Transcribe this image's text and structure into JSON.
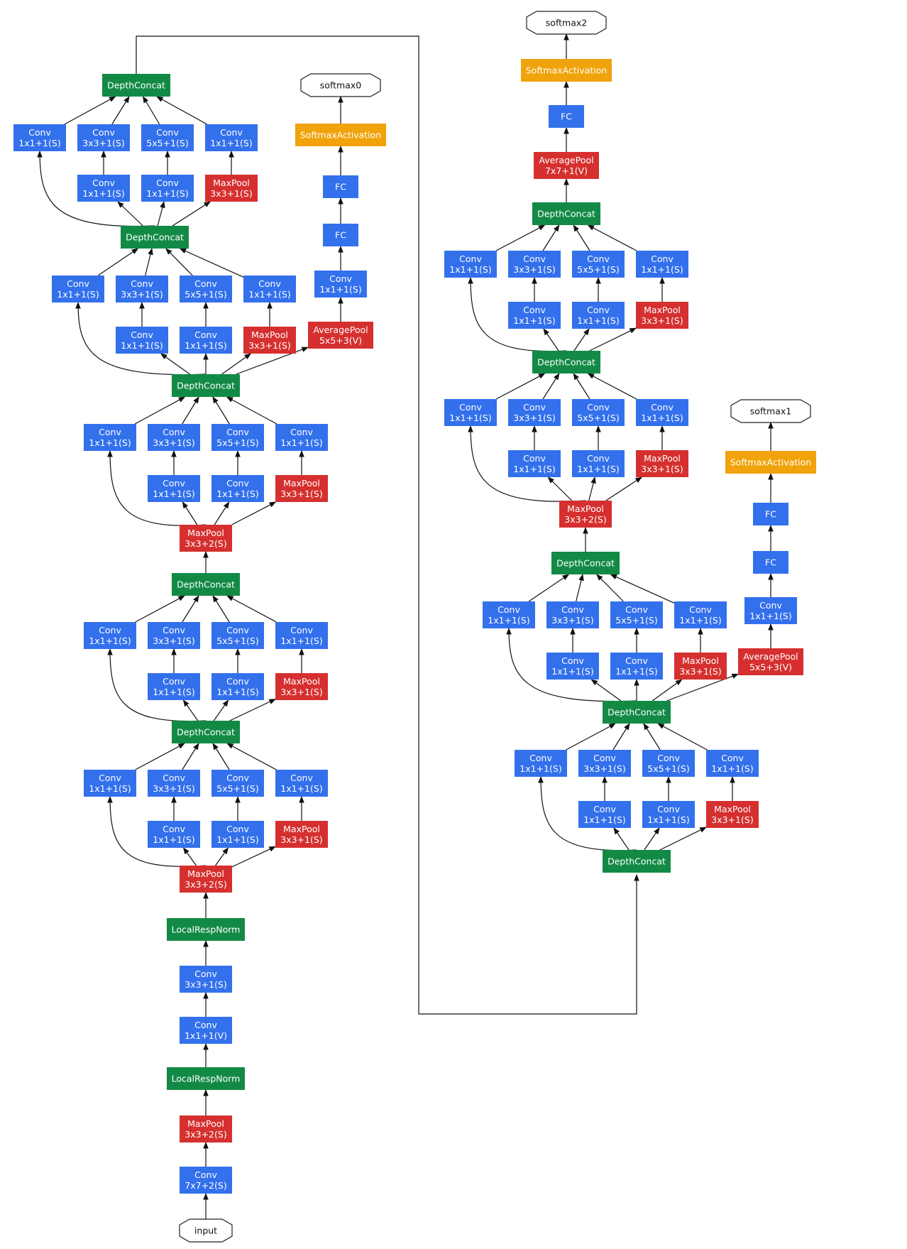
{
  "colors": {
    "conv": "#3370ec",
    "pool": "#d5302f",
    "concat": "#128a45",
    "softmax_activation": "#f0a30a",
    "terminal_fill": "#ffffff",
    "terminal_stroke": "#222222",
    "edge": "#111111",
    "label": "#ffffff"
  },
  "nodes": [
    {
      "id": "input",
      "kind": "terminal",
      "lines": [
        "input"
      ]
    },
    {
      "id": "c7",
      "kind": "conv",
      "lines": [
        "Conv",
        "7x7+2(S)"
      ]
    },
    {
      "id": "mp1",
      "kind": "pool",
      "lines": [
        "MaxPool",
        "3x3+2(S)"
      ]
    },
    {
      "id": "lrn1",
      "kind": "concat",
      "lines": [
        "LocalRespNorm"
      ]
    },
    {
      "id": "c1v",
      "kind": "conv",
      "lines": [
        "Conv",
        "1x1+1(V)"
      ]
    },
    {
      "id": "c3",
      "kind": "conv",
      "lines": [
        "Conv",
        "3x3+1(S)"
      ]
    },
    {
      "id": "lrn2",
      "kind": "concat",
      "lines": [
        "LocalRespNorm"
      ]
    },
    {
      "id": "mp2",
      "kind": "pool",
      "lines": [
        "MaxPool",
        "3x3+2(S)"
      ]
    },
    {
      "id": "a_r1",
      "kind": "conv",
      "lines": [
        "Conv",
        "1x1+1(S)"
      ]
    },
    {
      "id": "a_r2",
      "kind": "conv",
      "lines": [
        "Conv",
        "1x1+1(S)"
      ]
    },
    {
      "id": "a_mp",
      "kind": "pool",
      "lines": [
        "MaxPool",
        "3x3+1(S)"
      ]
    },
    {
      "id": "a_t1",
      "kind": "conv",
      "lines": [
        "Conv",
        "1x1+1(S)"
      ]
    },
    {
      "id": "a_t2",
      "kind": "conv",
      "lines": [
        "Conv",
        "3x3+1(S)"
      ]
    },
    {
      "id": "a_t3",
      "kind": "conv",
      "lines": [
        "Conv",
        "5x5+1(S)"
      ]
    },
    {
      "id": "a_t4",
      "kind": "conv",
      "lines": [
        "Conv",
        "1x1+1(S)"
      ]
    },
    {
      "id": "a_dc",
      "kind": "concat",
      "lines": [
        "DepthConcat"
      ]
    },
    {
      "id": "b_r1",
      "kind": "conv",
      "lines": [
        "Conv",
        "1x1+1(S)"
      ]
    },
    {
      "id": "b_r2",
      "kind": "conv",
      "lines": [
        "Conv",
        "1x1+1(S)"
      ]
    },
    {
      "id": "b_mp",
      "kind": "pool",
      "lines": [
        "MaxPool",
        "3x3+1(S)"
      ]
    },
    {
      "id": "b_t1",
      "kind": "conv",
      "lines": [
        "Conv",
        "1x1+1(S)"
      ]
    },
    {
      "id": "b_t2",
      "kind": "conv",
      "lines": [
        "Conv",
        "3x3+1(S)"
      ]
    },
    {
      "id": "b_t3",
      "kind": "conv",
      "lines": [
        "Conv",
        "5x5+1(S)"
      ]
    },
    {
      "id": "b_t4",
      "kind": "conv",
      "lines": [
        "Conv",
        "1x1+1(S)"
      ]
    },
    {
      "id": "b_dc",
      "kind": "concat",
      "lines": [
        "DepthConcat"
      ]
    },
    {
      "id": "mp3",
      "kind": "pool",
      "lines": [
        "MaxPool",
        "3x3+2(S)"
      ]
    },
    {
      "id": "c_r1",
      "kind": "conv",
      "lines": [
        "Conv",
        "1x1+1(S)"
      ]
    },
    {
      "id": "c_r2",
      "kind": "conv",
      "lines": [
        "Conv",
        "1x1+1(S)"
      ]
    },
    {
      "id": "c_mp",
      "kind": "pool",
      "lines": [
        "MaxPool",
        "3x3+1(S)"
      ]
    },
    {
      "id": "c_t1",
      "kind": "conv",
      "lines": [
        "Conv",
        "1x1+1(S)"
      ]
    },
    {
      "id": "c_t2",
      "kind": "conv",
      "lines": [
        "Conv",
        "3x3+1(S)"
      ]
    },
    {
      "id": "c_t3",
      "kind": "conv",
      "lines": [
        "Conv",
        "5x5+1(S)"
      ]
    },
    {
      "id": "c_t4",
      "kind": "conv",
      "lines": [
        "Conv",
        "1x1+1(S)"
      ]
    },
    {
      "id": "c_dc",
      "kind": "concat",
      "lines": [
        "DepthConcat"
      ]
    },
    {
      "id": "d_r1",
      "kind": "conv",
      "lines": [
        "Conv",
        "1x1+1(S)"
      ]
    },
    {
      "id": "d_r2",
      "kind": "conv",
      "lines": [
        "Conv",
        "1x1+1(S)"
      ]
    },
    {
      "id": "d_mp",
      "kind": "pool",
      "lines": [
        "MaxPool",
        "3x3+1(S)"
      ]
    },
    {
      "id": "d_t1",
      "kind": "conv",
      "lines": [
        "Conv",
        "1x1+1(S)"
      ]
    },
    {
      "id": "d_t2",
      "kind": "conv",
      "lines": [
        "Conv",
        "3x3+1(S)"
      ]
    },
    {
      "id": "d_t3",
      "kind": "conv",
      "lines": [
        "Conv",
        "5x5+1(S)"
      ]
    },
    {
      "id": "d_t4",
      "kind": "conv",
      "lines": [
        "Conv",
        "1x1+1(S)"
      ]
    },
    {
      "id": "d_dc",
      "kind": "concat",
      "lines": [
        "DepthConcat"
      ]
    },
    {
      "id": "aux0_ap",
      "kind": "pool",
      "lines": [
        "AveragePool",
        "5x5+3(V)"
      ]
    },
    {
      "id": "aux0_conv",
      "kind": "conv",
      "lines": [
        "Conv",
        "1x1+1(S)"
      ]
    },
    {
      "id": "aux0_fc1",
      "kind": "conv",
      "lines": [
        "FC"
      ]
    },
    {
      "id": "aux0_fc2",
      "kind": "conv",
      "lines": [
        "FC"
      ]
    },
    {
      "id": "aux0_sm",
      "kind": "softmax_activation",
      "lines": [
        "SoftmaxActivation"
      ]
    },
    {
      "id": "softmax0",
      "kind": "terminal",
      "lines": [
        "softmax0"
      ]
    },
    {
      "id": "e_r1",
      "kind": "conv",
      "lines": [
        "Conv",
        "1x1+1(S)"
      ]
    },
    {
      "id": "e_r2",
      "kind": "conv",
      "lines": [
        "Conv",
        "1x1+1(S)"
      ]
    },
    {
      "id": "e_mp",
      "kind": "pool",
      "lines": [
        "MaxPool",
        "3x3+1(S)"
      ]
    },
    {
      "id": "e_t1",
      "kind": "conv",
      "lines": [
        "Conv",
        "1x1+1(S)"
      ]
    },
    {
      "id": "e_t2",
      "kind": "conv",
      "lines": [
        "Conv",
        "3x3+1(S)"
      ]
    },
    {
      "id": "e_t3",
      "kind": "conv",
      "lines": [
        "Conv",
        "5x5+1(S)"
      ]
    },
    {
      "id": "e_t4",
      "kind": "conv",
      "lines": [
        "Conv",
        "1x1+1(S)"
      ]
    },
    {
      "id": "e_dc",
      "kind": "concat",
      "lines": [
        "DepthConcat"
      ]
    },
    {
      "id": "f_r1",
      "kind": "conv",
      "lines": [
        "Conv",
        "1x1+1(S)"
      ]
    },
    {
      "id": "f_r2",
      "kind": "conv",
      "lines": [
        "Conv",
        "1x1+1(S)"
      ]
    },
    {
      "id": "f_mp",
      "kind": "pool",
      "lines": [
        "MaxPool",
        "3x3+1(S)"
      ]
    },
    {
      "id": "f_t1",
      "kind": "conv",
      "lines": [
        "Conv",
        "1x1+1(S)"
      ]
    },
    {
      "id": "f_t2",
      "kind": "conv",
      "lines": [
        "Conv",
        "3x3+1(S)"
      ]
    },
    {
      "id": "f_t3",
      "kind": "conv",
      "lines": [
        "Conv",
        "5x5+1(S)"
      ]
    },
    {
      "id": "f_t4",
      "kind": "conv",
      "lines": [
        "Conv",
        "1x1+1(S)"
      ]
    },
    {
      "id": "f_dc",
      "kind": "concat",
      "lines": [
        "DepthConcat"
      ]
    },
    {
      "id": "aux1_ap",
      "kind": "pool",
      "lines": [
        "AveragePool",
        "5x5+3(V)"
      ]
    },
    {
      "id": "aux1_conv",
      "kind": "conv",
      "lines": [
        "Conv",
        "1x1+1(S)"
      ]
    },
    {
      "id": "aux1_fc1",
      "kind": "conv",
      "lines": [
        "FC"
      ]
    },
    {
      "id": "aux1_fc2",
      "kind": "conv",
      "lines": [
        "FC"
      ]
    },
    {
      "id": "aux1_sm",
      "kind": "softmax_activation",
      "lines": [
        "SoftmaxActivation"
      ]
    },
    {
      "id": "softmax1",
      "kind": "terminal",
      "lines": [
        "softmax1"
      ]
    },
    {
      "id": "g_r1",
      "kind": "conv",
      "lines": [
        "Conv",
        "1x1+1(S)"
      ]
    },
    {
      "id": "g_r2",
      "kind": "conv",
      "lines": [
        "Conv",
        "1x1+1(S)"
      ]
    },
    {
      "id": "g_mp",
      "kind": "pool",
      "lines": [
        "MaxPool",
        "3x3+1(S)"
      ]
    },
    {
      "id": "g_t1",
      "kind": "conv",
      "lines": [
        "Conv",
        "1x1+1(S)"
      ]
    },
    {
      "id": "g_t2",
      "kind": "conv",
      "lines": [
        "Conv",
        "3x3+1(S)"
      ]
    },
    {
      "id": "g_t3",
      "kind": "conv",
      "lines": [
        "Conv",
        "5x5+1(S)"
      ]
    },
    {
      "id": "g_t4",
      "kind": "conv",
      "lines": [
        "Conv",
        "1x1+1(S)"
      ]
    },
    {
      "id": "g_dc",
      "kind": "concat",
      "lines": [
        "DepthConcat"
      ]
    },
    {
      "id": "mp4",
      "kind": "pool",
      "lines": [
        "MaxPool",
        "3x3+2(S)"
      ]
    },
    {
      "id": "h_r1",
      "kind": "conv",
      "lines": [
        "Conv",
        "1x1+1(S)"
      ]
    },
    {
      "id": "h_r2",
      "kind": "conv",
      "lines": [
        "Conv",
        "1x1+1(S)"
      ]
    },
    {
      "id": "h_mp",
      "kind": "pool",
      "lines": [
        "MaxPool",
        "3x3+1(S)"
      ]
    },
    {
      "id": "h_t1",
      "kind": "conv",
      "lines": [
        "Conv",
        "1x1+1(S)"
      ]
    },
    {
      "id": "h_t2",
      "kind": "conv",
      "lines": [
        "Conv",
        "3x3+1(S)"
      ]
    },
    {
      "id": "h_t3",
      "kind": "conv",
      "lines": [
        "Conv",
        "5x5+1(S)"
      ]
    },
    {
      "id": "h_t4",
      "kind": "conv",
      "lines": [
        "Conv",
        "1x1+1(S)"
      ]
    },
    {
      "id": "h_dc",
      "kind": "concat",
      "lines": [
        "DepthConcat"
      ]
    },
    {
      "id": "i_r1",
      "kind": "conv",
      "lines": [
        "Conv",
        "1x1+1(S)"
      ]
    },
    {
      "id": "i_r2",
      "kind": "conv",
      "lines": [
        "Conv",
        "1x1+1(S)"
      ]
    },
    {
      "id": "i_mp",
      "kind": "pool",
      "lines": [
        "MaxPool",
        "3x3+1(S)"
      ]
    },
    {
      "id": "i_t1",
      "kind": "conv",
      "lines": [
        "Conv",
        "1x1+1(S)"
      ]
    },
    {
      "id": "i_t2",
      "kind": "conv",
      "lines": [
        "Conv",
        "3x3+1(S)"
      ]
    },
    {
      "id": "i_t3",
      "kind": "conv",
      "lines": [
        "Conv",
        "5x5+1(S)"
      ]
    },
    {
      "id": "i_t4",
      "kind": "conv",
      "lines": [
        "Conv",
        "1x1+1(S)"
      ]
    },
    {
      "id": "i_dc",
      "kind": "concat",
      "lines": [
        "DepthConcat"
      ]
    },
    {
      "id": "final_ap",
      "kind": "pool",
      "lines": [
        "AveragePool",
        "7x7+1(V)"
      ]
    },
    {
      "id": "final_fc",
      "kind": "conv",
      "lines": [
        "FC"
      ]
    },
    {
      "id": "final_sm",
      "kind": "softmax_activation",
      "lines": [
        "SoftmaxActivation"
      ]
    },
    {
      "id": "softmax2",
      "kind": "terminal",
      "lines": [
        "softmax2"
      ]
    }
  ],
  "edges": [
    [
      "input",
      "c7"
    ],
    [
      "c7",
      "mp1"
    ],
    [
      "mp1",
      "lrn1"
    ],
    [
      "lrn1",
      "c1v"
    ],
    [
      "c1v",
      "c3"
    ],
    [
      "c3",
      "lrn2"
    ],
    [
      "lrn2",
      "mp2"
    ],
    [
      "mp2",
      "a_t1"
    ],
    [
      "mp2",
      "a_r1"
    ],
    [
      "mp2",
      "a_r2"
    ],
    [
      "mp2",
      "a_mp"
    ],
    [
      "a_r1",
      "a_t2"
    ],
    [
      "a_r2",
      "a_t3"
    ],
    [
      "a_mp",
      "a_t4"
    ],
    [
      "a_t1",
      "a_dc"
    ],
    [
      "a_t2",
      "a_dc"
    ],
    [
      "a_t3",
      "a_dc"
    ],
    [
      "a_t4",
      "a_dc"
    ],
    [
      "a_dc",
      "b_t1"
    ],
    [
      "a_dc",
      "b_r1"
    ],
    [
      "a_dc",
      "b_r2"
    ],
    [
      "a_dc",
      "b_mp"
    ],
    [
      "b_r1",
      "b_t2"
    ],
    [
      "b_r2",
      "b_t3"
    ],
    [
      "b_mp",
      "b_t4"
    ],
    [
      "b_t1",
      "b_dc"
    ],
    [
      "b_t2",
      "b_dc"
    ],
    [
      "b_t3",
      "b_dc"
    ],
    [
      "b_t4",
      "b_dc"
    ],
    [
      "b_dc",
      "mp3"
    ],
    [
      "mp3",
      "c_t1"
    ],
    [
      "mp3",
      "c_r1"
    ],
    [
      "mp3",
      "c_r2"
    ],
    [
      "mp3",
      "c_mp"
    ],
    [
      "c_r1",
      "c_t2"
    ],
    [
      "c_r2",
      "c_t3"
    ],
    [
      "c_mp",
      "c_t4"
    ],
    [
      "c_t1",
      "c_dc"
    ],
    [
      "c_t2",
      "c_dc"
    ],
    [
      "c_t3",
      "c_dc"
    ],
    [
      "c_t4",
      "c_dc"
    ],
    [
      "c_dc",
      "d_t1"
    ],
    [
      "c_dc",
      "d_r1"
    ],
    [
      "c_dc",
      "d_r2"
    ],
    [
      "c_dc",
      "d_mp"
    ],
    [
      "c_dc",
      "aux0_ap"
    ],
    [
      "d_r1",
      "d_t2"
    ],
    [
      "d_r2",
      "d_t3"
    ],
    [
      "d_mp",
      "d_t4"
    ],
    [
      "d_t1",
      "d_dc"
    ],
    [
      "d_t2",
      "d_dc"
    ],
    [
      "d_t3",
      "d_dc"
    ],
    [
      "d_t4",
      "d_dc"
    ],
    [
      "aux0_ap",
      "aux0_conv"
    ],
    [
      "aux0_conv",
      "aux0_fc1"
    ],
    [
      "aux0_fc1",
      "aux0_fc2"
    ],
    [
      "aux0_fc2",
      "aux0_sm"
    ],
    [
      "aux0_sm",
      "softmax0"
    ],
    [
      "d_dc",
      "e_dc_in"
    ],
    [
      "e_dc_in",
      "e_t1"
    ],
    [
      "e_dc_in",
      "e_r1"
    ],
    [
      "e_dc_in",
      "e_r2"
    ],
    [
      "e_dc_in",
      "e_mp"
    ],
    [
      "e_r1",
      "e_t2"
    ],
    [
      "e_r2",
      "e_t3"
    ],
    [
      "e_mp",
      "e_t4"
    ],
    [
      "e_t1",
      "e_dc"
    ],
    [
      "e_t2",
      "e_dc"
    ],
    [
      "e_t3",
      "e_dc"
    ],
    [
      "e_t4",
      "e_dc"
    ],
    [
      "e_dc",
      "f_t1"
    ],
    [
      "e_dc",
      "f_r1"
    ],
    [
      "e_dc",
      "f_r2"
    ],
    [
      "e_dc",
      "f_mp"
    ],
    [
      "e_dc",
      "aux1_ap"
    ],
    [
      "f_r1",
      "f_t2"
    ],
    [
      "f_r2",
      "f_t3"
    ],
    [
      "f_mp",
      "f_t4"
    ],
    [
      "f_t1",
      "f_dc"
    ],
    [
      "f_t2",
      "f_dc"
    ],
    [
      "f_t3",
      "f_dc"
    ],
    [
      "f_t4",
      "f_dc"
    ],
    [
      "aux1_ap",
      "aux1_conv"
    ],
    [
      "aux1_conv",
      "aux1_fc1"
    ],
    [
      "aux1_fc1",
      "aux1_fc2"
    ],
    [
      "aux1_fc2",
      "aux1_sm"
    ],
    [
      "aux1_sm",
      "softmax1"
    ],
    [
      "f_dc",
      "mp4"
    ],
    [
      "mp4",
      "h_t1"
    ],
    [
      "mp4",
      "h_r1"
    ],
    [
      "mp4",
      "h_r2"
    ],
    [
      "mp4",
      "h_mp"
    ],
    [
      "h_r1",
      "h_t2"
    ],
    [
      "h_r2",
      "h_t3"
    ],
    [
      "h_mp",
      "h_t4"
    ],
    [
      "h_t1",
      "h_dc"
    ],
    [
      "h_t2",
      "h_dc"
    ],
    [
      "h_t3",
      "h_dc"
    ],
    [
      "h_t4",
      "h_dc"
    ],
    [
      "h_dc",
      "i_t1"
    ],
    [
      "h_dc",
      "i_r1"
    ],
    [
      "h_dc",
      "i_r2"
    ],
    [
      "h_dc",
      "i_mp"
    ],
    [
      "i_r1",
      "i_t2"
    ],
    [
      "i_r2",
      "i_t3"
    ],
    [
      "i_mp",
      "i_t4"
    ],
    [
      "i_t1",
      "i_dc"
    ],
    [
      "i_t2",
      "i_dc"
    ],
    [
      "i_t3",
      "i_dc"
    ],
    [
      "i_t4",
      "i_dc"
    ],
    [
      "i_dc",
      "final_ap"
    ],
    [
      "final_ap",
      "final_fc"
    ],
    [
      "final_fc",
      "final_sm"
    ],
    [
      "final_sm",
      "softmax2"
    ]
  ]
}
